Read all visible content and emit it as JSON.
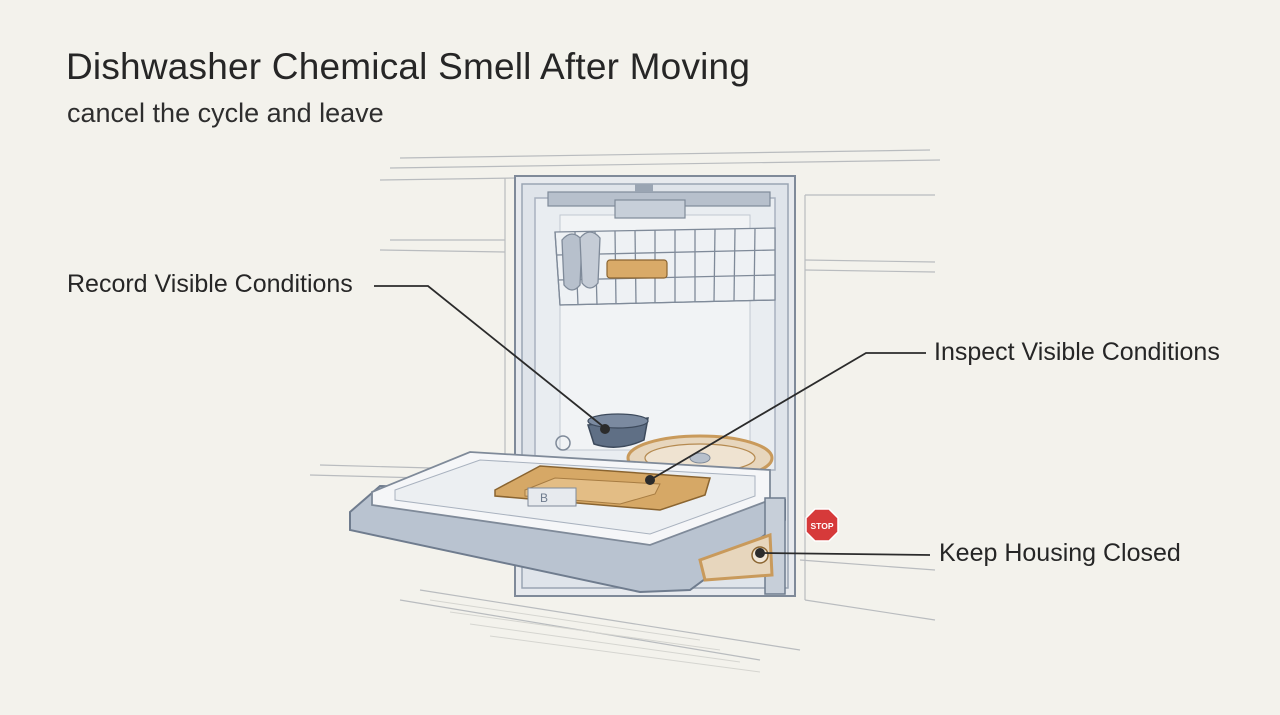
{
  "header": {
    "title": "Dishwasher Chemical Smell After Moving",
    "subtitle": "cancel the cycle and leave"
  },
  "callouts": {
    "record": "Record Visible Conditions",
    "inspect": "Inspect Visible Conditions",
    "keep": "Keep Housing Closed"
  },
  "stop_sign": {
    "text": "STOP",
    "color": "#d63a3a"
  },
  "door_panel": {
    "text": "B"
  },
  "colors": {
    "background": "#f3f2ec",
    "line": "#2b2b2b",
    "frame": "#8a96a6",
    "accent": "#c99a5b"
  }
}
